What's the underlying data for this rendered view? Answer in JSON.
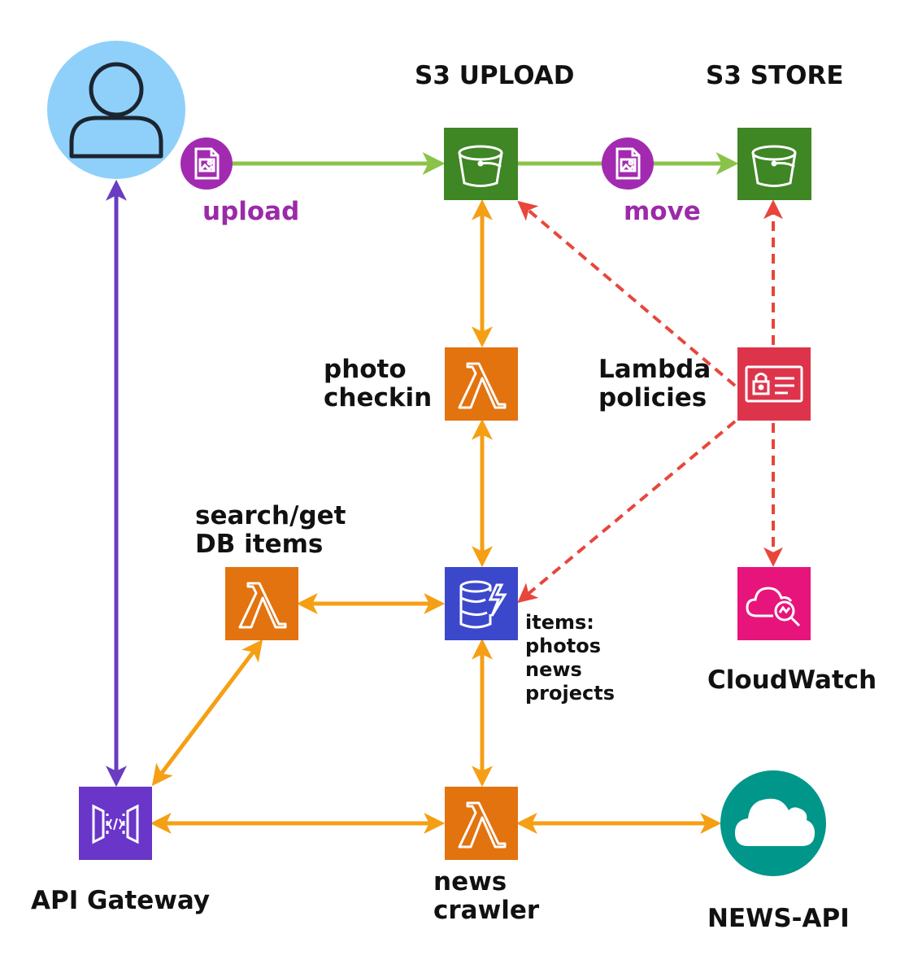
{
  "colors": {
    "s3_green": "#3f8624",
    "lambda_orange": "#e3730f",
    "dynamo_blue": "#3b48cc",
    "policy_red": "#dd344c",
    "cloudwatch_pink": "#e7157b",
    "api_purple": "#6a35c9",
    "user_circle": "#8fd0fb",
    "news_api_teal": "#00968a",
    "flow_green": "#8bc34a",
    "flow_orange": "#f59f15",
    "flow_red": "#e8463b",
    "flow_purple": "#6a3cc2",
    "photo_badge": "#a22ab0"
  },
  "labels": {
    "s3_upload": "S3 UPLOAD",
    "s3_store": "S3 STORE",
    "upload": "upload",
    "move": "move",
    "photo_checkin": [
      "photo",
      "checkin"
    ],
    "lambda_policies": [
      "Lambda",
      "policies"
    ],
    "search_get": [
      "search/get",
      "DB items"
    ],
    "items": [
      "items:",
      "photos",
      "news",
      "projects"
    ],
    "cloudwatch": "CloudWatch",
    "api_gateway": "API Gateway",
    "news_crawler": [
      "news",
      "crawler"
    ],
    "news_api": "NEWS-API"
  },
  "icons": {
    "user": "user-icon",
    "s3_upload": "s3-bucket-icon",
    "s3_store": "s3-bucket-icon",
    "photo_checkin": "lambda-icon",
    "lambda_policies": "id-card-lock-icon",
    "search_get": "lambda-icon",
    "dynamodb": "dynamodb-icon",
    "cloudwatch": "cloudwatch-icon",
    "api_gateway": "api-gateway-icon",
    "news_crawler": "lambda-icon",
    "news_api": "cloud-icon",
    "photo": "image-file-icon"
  }
}
